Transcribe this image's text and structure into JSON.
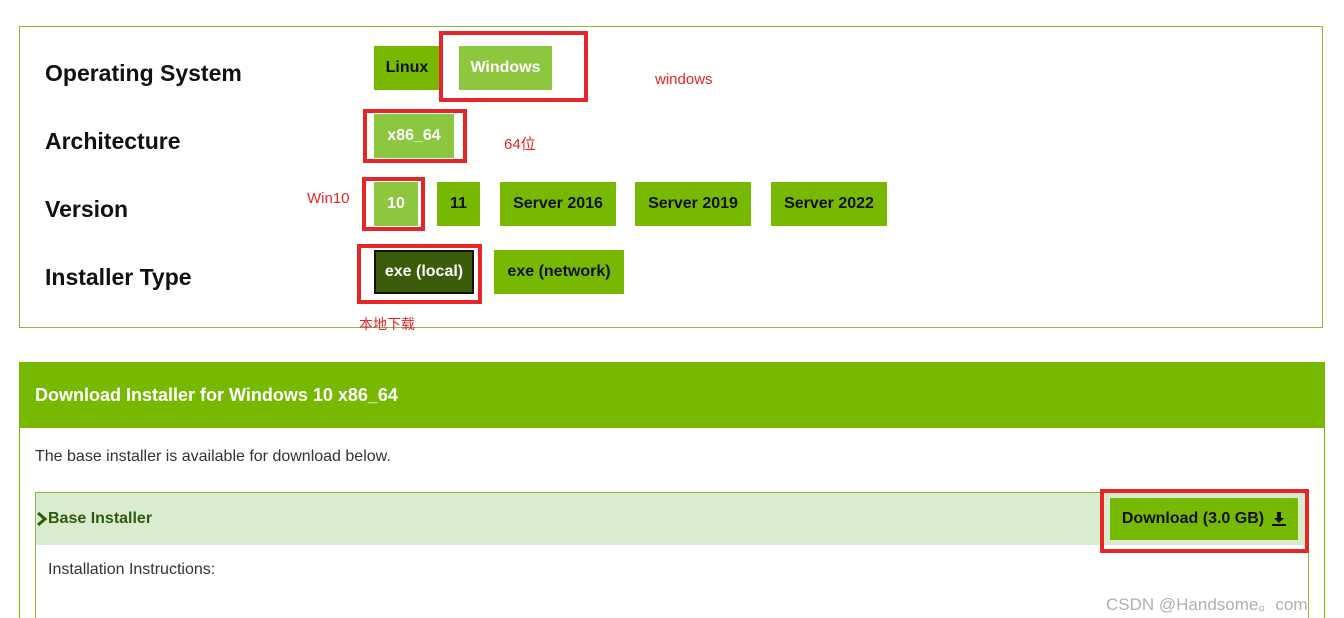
{
  "selector": {
    "rows": [
      {
        "label": "Operating System"
      },
      {
        "label": "Architecture"
      },
      {
        "label": "Version"
      },
      {
        "label": "Installer Type"
      }
    ],
    "os": [
      "Linux",
      "Windows"
    ],
    "arch": [
      "x86_64"
    ],
    "version": [
      "10",
      "11",
      "Server 2016",
      "Server 2019",
      "Server 2022"
    ],
    "installer": [
      "exe (local)",
      "exe (network)"
    ],
    "selected": {
      "os": "Windows",
      "arch": "x86_64",
      "version": "10",
      "installer": "exe (local)"
    }
  },
  "annotations": {
    "os_note": "windows",
    "arch_note": "64位",
    "version_note": "Win10",
    "installer_note": "本地下载"
  },
  "download": {
    "title": "Download Installer for Windows 10 x86_64",
    "description": "The base installer is available for download below.",
    "base_installer_label": "Base Installer",
    "button_label": "Download (3.0 GB)",
    "instructions_label": "Installation Instructions:"
  },
  "colors": {
    "nvidia_green": "#76b900",
    "selected_green": "#8dc63f",
    "active_dark": "#3b5c0a",
    "annotation_red": "#e52528",
    "base_bar": "#d9ecd0"
  },
  "icons": {
    "chevron": "chevron-right-icon",
    "download": "download-icon"
  },
  "watermark": "CSDN @Handsome。com"
}
